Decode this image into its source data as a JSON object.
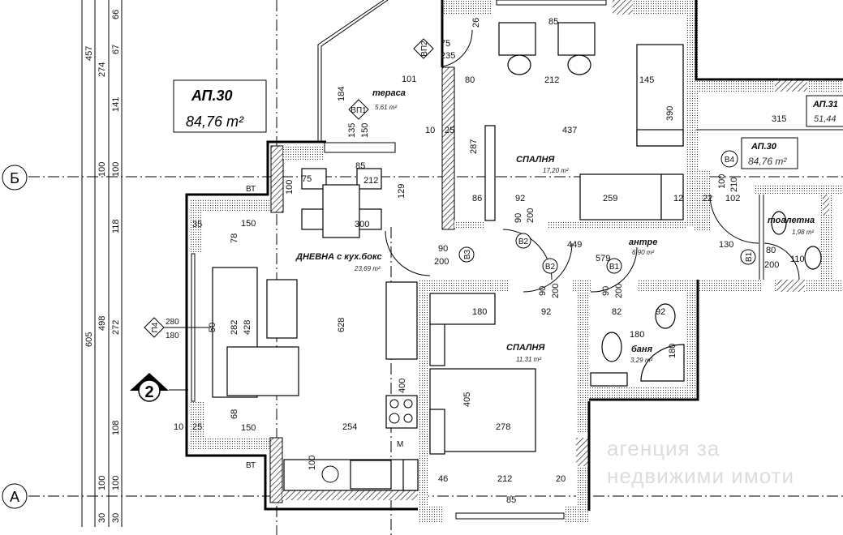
{
  "apartment_label": {
    "name": "АП.30",
    "area": "84,76 m²"
  },
  "apartment_label_small": {
    "name": "АП.30",
    "area": "84,76 m²"
  },
  "neighbor_label": {
    "name": "АП.31",
    "area": "51,44"
  },
  "axes": {
    "b": "Б",
    "a": "А"
  },
  "section_mark": "2",
  "watermark": "агенция за недвижими имоти",
  "rooms": [
    {
      "name": "тераса",
      "area": "5,61 m²"
    },
    {
      "name": "СПАЛНЯ",
      "area": "17,20 m²"
    },
    {
      "name": "ДНЕВНА с кух.бокс",
      "area": "23,69 m²"
    },
    {
      "name": "антре",
      "area": "6,90 m²"
    },
    {
      "name": "тоалетна",
      "area": "1,98 m²"
    },
    {
      "name": "СПАЛНЯ",
      "area": "11,31 m²"
    },
    {
      "name": "баня",
      "area": "3,29 m²"
    }
  ],
  "tags": {
    "vp1": "ВП1",
    "vp2": "ВП2",
    "p4": "П4",
    "p4_w": "280",
    "p4_h": "180",
    "b1a": "В1",
    "b1b": "В1",
    "b2a": "В2",
    "b2b": "В2",
    "b3": "В3",
    "b4": "В4",
    "vt1": "ВТ",
    "vt2": "ВТ",
    "m": "M"
  },
  "dimensions": [
    "457",
    "274",
    "66",
    "67",
    "141",
    "100",
    "100",
    "118",
    "605",
    "498",
    "272",
    "108",
    "100",
    "100",
    "30",
    "30",
    "184",
    "135",
    "150",
    "101",
    "75",
    "235",
    "85",
    "26",
    "80",
    "212",
    "145",
    "390",
    "437",
    "287",
    "10",
    "25",
    "86",
    "92",
    "259",
    "12",
    "90",
    "200",
    "315",
    "102",
    "22",
    "100",
    "210",
    "85",
    "75",
    "212",
    "300",
    "129",
    "100",
    "150",
    "35",
    "78",
    "282",
    "428",
    "50",
    "628",
    "400",
    "150",
    "254",
    "10",
    "25",
    "68",
    "100",
    "449",
    "579",
    "90",
    "200",
    "130",
    "80",
    "200",
    "110",
    "180",
    "92",
    "82",
    "92",
    "180",
    "405",
    "278",
    "46",
    "212",
    "20",
    "85",
    "90",
    "200",
    "90",
    "200",
    "180"
  ]
}
